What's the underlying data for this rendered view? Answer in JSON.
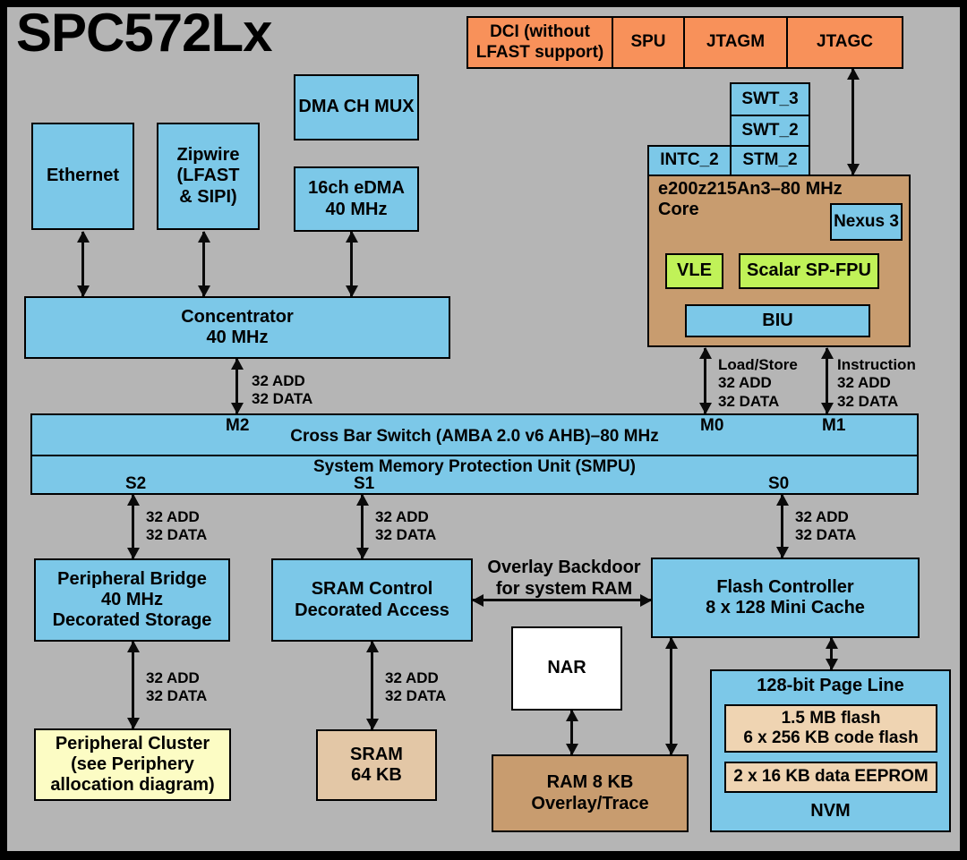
{
  "title": "SPC572Lx",
  "debug_row": {
    "dci": "DCI (without\nLFAST support)",
    "spu": "SPU",
    "jtagm": "JTAGM",
    "jtagc": "JTAGC"
  },
  "peripherals": {
    "ethernet": "Ethernet",
    "zipwire": "Zipwire\n(LFAST\n& SIPI)",
    "dma_ch_mux": "DMA CH MUX",
    "edma": "16ch eDMA\n40 MHz"
  },
  "timers": {
    "swt_3": "SWT_3",
    "swt_2": "SWT_2",
    "intc_2": "INTC_2",
    "stm_2": "STM_2"
  },
  "core": {
    "title": "e200z215An3–80 MHz\nCore",
    "nexus": "Nexus 3",
    "vle": "VLE",
    "sp_fpu": "Scalar SP-FPU",
    "biu": "BIU"
  },
  "concentrator": "Concentrator\n40 MHz",
  "crossbar": {
    "title": "Cross Bar Switch (AMBA 2.0 v6 AHB)–80 MHz",
    "smpu": "System Memory Protection Unit (SMPU)",
    "m0": "M0",
    "m1": "M1",
    "m2": "M2",
    "s0": "S0",
    "s1": "S1",
    "s2": "S2"
  },
  "bus": {
    "add_data": "32 ADD\n32 DATA",
    "load_store": "Load/Store\n32 ADD\n32 DATA",
    "instruction": "Instruction\n32 ADD\n32 DATA"
  },
  "memory": {
    "peripheral_bridge": "Peripheral Bridge\n40 MHz\nDecorated Storage",
    "sram_control": "SRAM Control\nDecorated Access",
    "flash_controller": "Flash Controller\n8 x 128 Mini Cache",
    "overlay_backdoor": "Overlay Backdoor\nfor system RAM",
    "nar": "NAR",
    "peripheral_cluster": "Peripheral Cluster\n(see Periphery\nallocation diagram)",
    "sram": "SRAM\n64 KB",
    "ram_overlay": "RAM 8 KB\nOverlay/Trace",
    "page_line": {
      "title": "128-bit Page Line",
      "code_flash": "1.5 MB flash\n6 x 256 KB code flash",
      "data_eeprom": "2 x 16 KB data EEPROM",
      "nvm": "NVM"
    }
  },
  "colors": {
    "background": "#b5b5b5",
    "block_blue": "#7cc8e8",
    "debug_orange": "#f8915a",
    "core_brown": "#c89c6f",
    "memory_tan": "#e3c7a6",
    "flash_tan": "#efd4b2",
    "accent_green": "#c0f258",
    "cluster_yellow": "#fcfcc4",
    "line_black": "#0a0a0a"
  }
}
